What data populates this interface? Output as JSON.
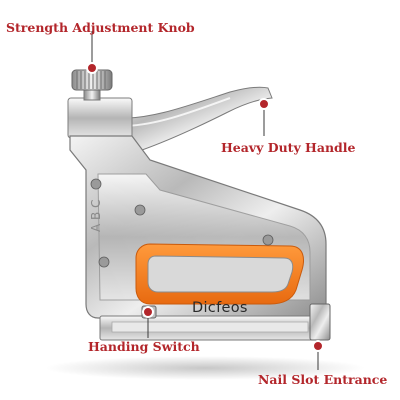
{
  "accent_color": "#b3262b",
  "callouts": {
    "knob": "Strength Adjustment Knob",
    "handle": "Heavy Duty Handle",
    "switch": "Handing Switch",
    "nail": "Nail Slot Entrance"
  },
  "product": {
    "brand_text": "Dicfeos",
    "side_emboss": "A B C"
  },
  "icons": [
    "callout-dot",
    "stapler-image"
  ]
}
